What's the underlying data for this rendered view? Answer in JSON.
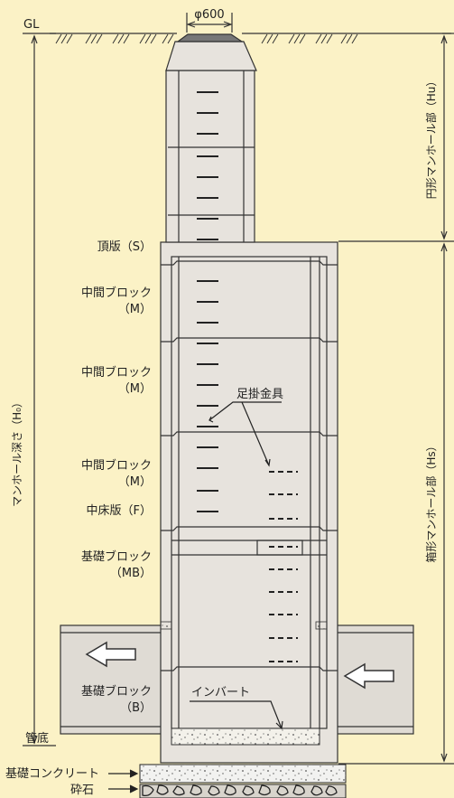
{
  "labels": {
    "gl": "GL",
    "diameter": "φ600",
    "top_slab": "頂版（S）",
    "middle_block": "中間ブロック",
    "middle_block_code": "（M）",
    "middle_floor": "中床版（F）",
    "base_block": "基礎ブロック",
    "base_block_mb_code": "（MB）",
    "base_block_b_code": "（B）",
    "step_fitting": "足掛金具",
    "invert": "インバート",
    "pipe_bottom": "管底",
    "base_concrete": "基礎コンクリート",
    "crushed_stone": "砕石",
    "manhole_depth": "マンホール深さ（H₀）",
    "round_section": "円形マンホール部（Hu）",
    "box_section": "箱形マンホール部（Hs）"
  },
  "colors": {
    "background": "#fbf2c6",
    "structure": "#e7e3dd",
    "outline": "#333333"
  }
}
